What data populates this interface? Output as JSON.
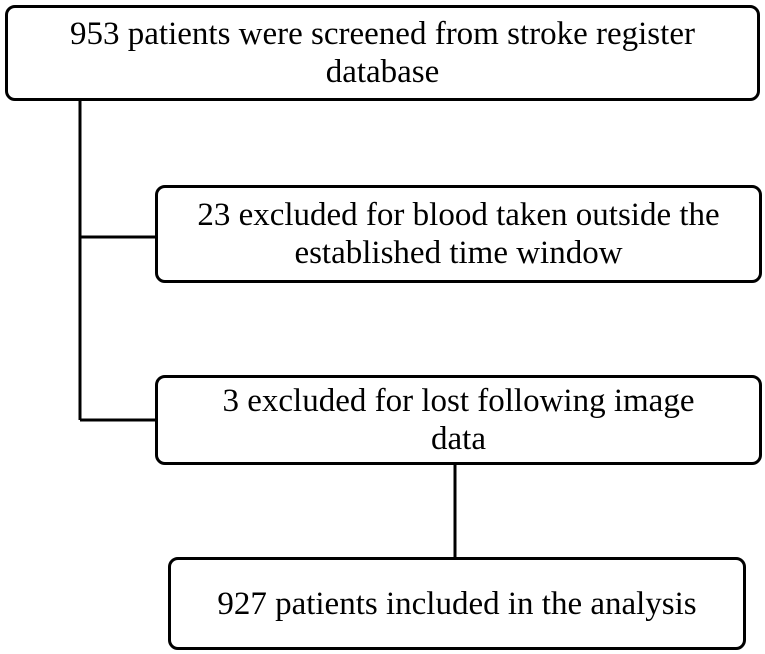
{
  "flowchart": {
    "boxes": {
      "screened": "953 patients were screened from stroke register\ndatabase",
      "excluded_blood": "23 excluded for blood taken outside the\nestablished time window",
      "excluded_image": "3 excluded for lost following image\ndata",
      "included": "927 patients included in the analysis"
    },
    "colors": {
      "line": "#000000",
      "box_border": "#000000",
      "background": "#ffffff"
    }
  }
}
